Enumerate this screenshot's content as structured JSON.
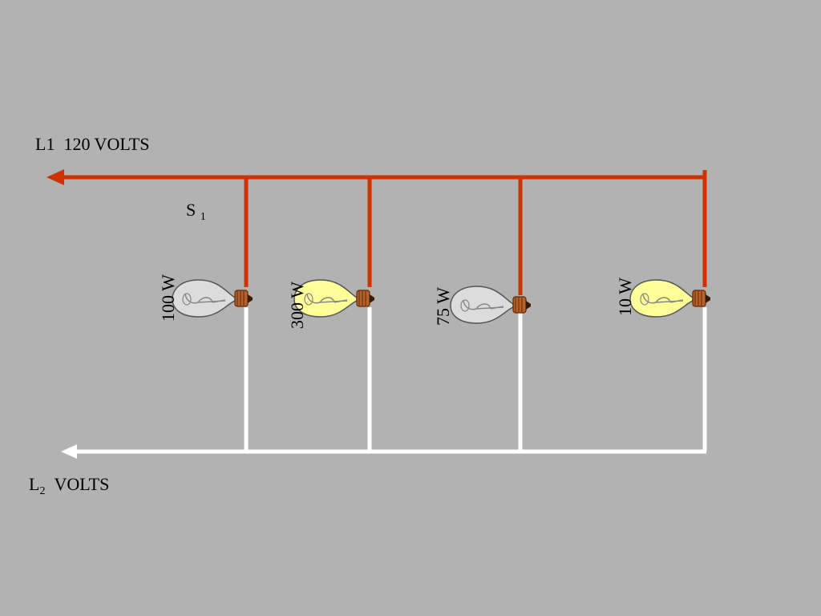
{
  "lines": {
    "l1": {
      "name": "L1",
      "voltage": "120 VOLTS",
      "color": "#cc3300"
    },
    "l2": {
      "name": "L",
      "subscript": "2",
      "voltage": "VOLTS",
      "color": "#ffffff"
    }
  },
  "switch": {
    "name": "S",
    "subscript": "1"
  },
  "lamps": [
    {
      "id": "lamp-1",
      "label": "100 W",
      "state": "off",
      "glass_color": "#dcdcdc"
    },
    {
      "id": "lamp-2",
      "label": "300 W",
      "state": "on",
      "glass_color": "#ffff99"
    },
    {
      "id": "lamp-3",
      "label": "75 W",
      "state": "off",
      "glass_color": "#dcdcdc"
    },
    {
      "id": "lamp-4",
      "label": "10 W",
      "state": "on",
      "glass_color": "#ffff99"
    }
  ],
  "colors": {
    "background": "#b2b2b2",
    "socket": "#b8612a"
  }
}
